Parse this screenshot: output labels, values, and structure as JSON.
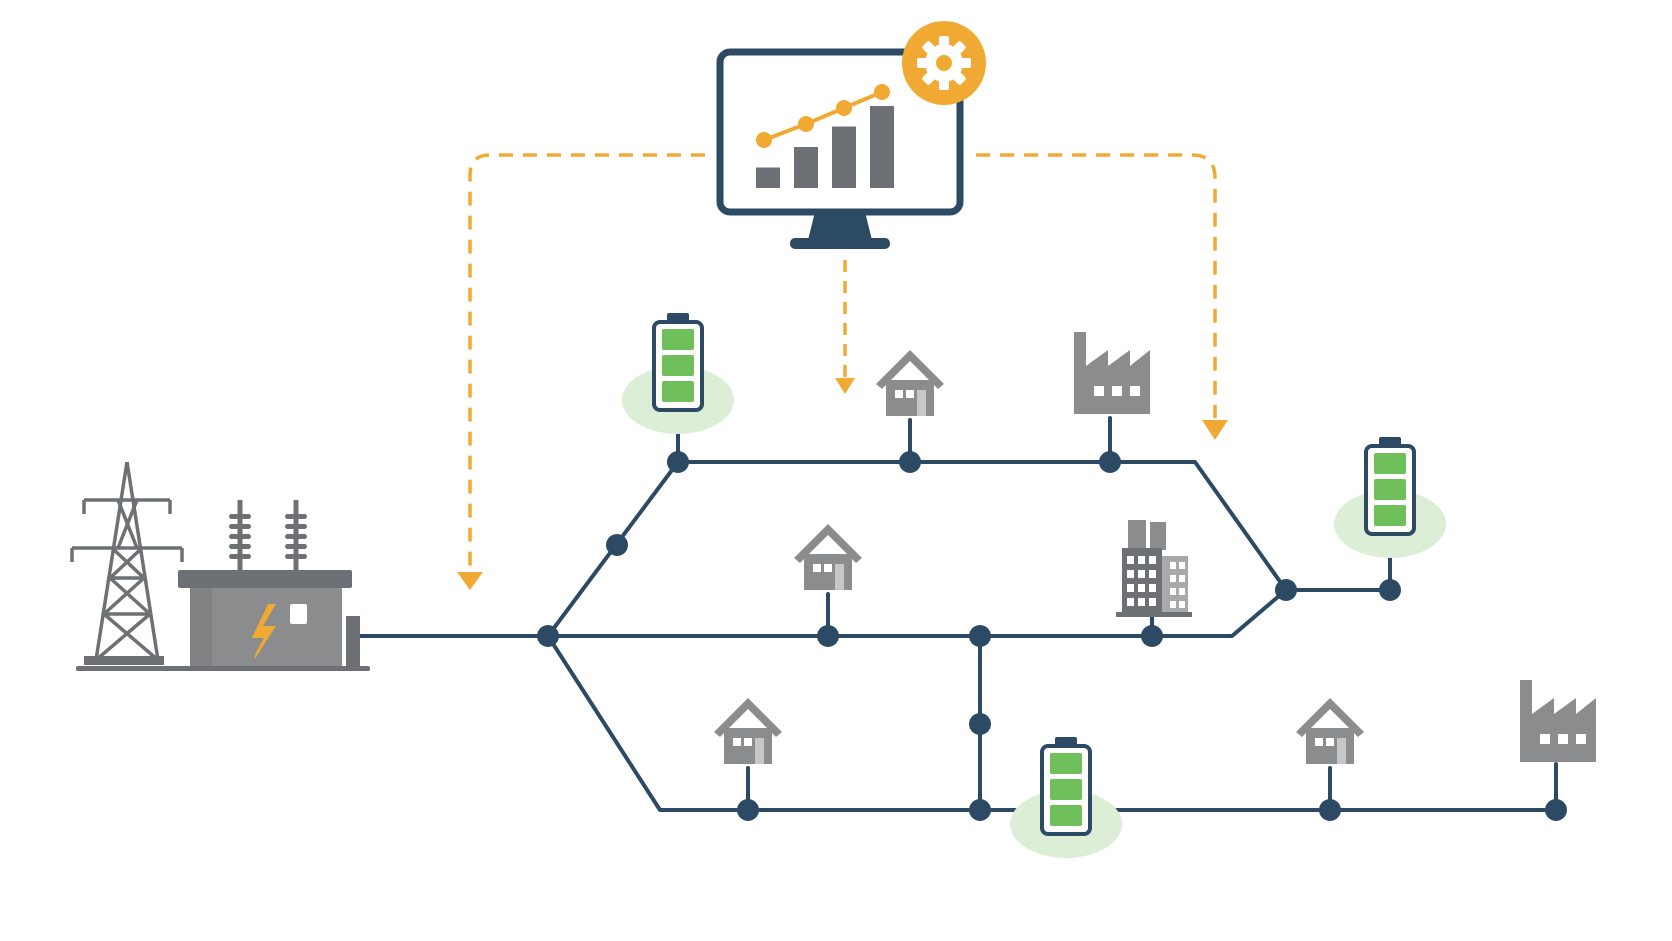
{
  "colors": {
    "background": "#ffffff",
    "line": "#2c4a63",
    "dashed_control": "#f0aa33",
    "gray_fill": "#8a8c8e",
    "gray_dark": "#6d7074",
    "battery_fill": "#6fbf5a",
    "battery_glow": "#dcefd6",
    "bolt": "#f0aa33",
    "window": "#ffffff"
  },
  "icons": {
    "control_monitor": "monitor-with-chart-icon",
    "settings": "gear-icon",
    "tower": "transmission-tower-icon",
    "substation": "transformer-substation-icon",
    "battery": "battery-storage-icon",
    "house": "house-icon",
    "factory": "factory-icon",
    "office": "office-building-icon"
  },
  "monitor_chart": {
    "bars": [
      1,
      2,
      3,
      4
    ],
    "trend": [
      1,
      2,
      3,
      4
    ]
  }
}
